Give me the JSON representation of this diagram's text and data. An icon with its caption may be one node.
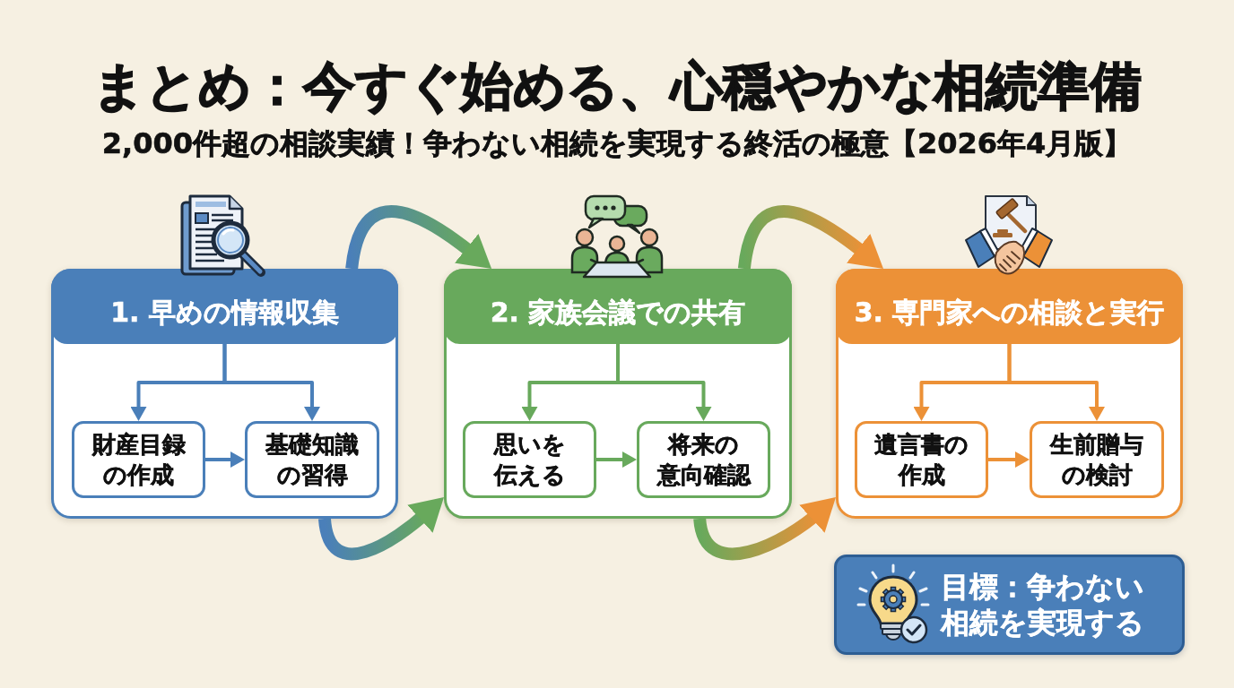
{
  "diagram": {
    "title": "まとめ：今すぐ始める、心穏やかな相続準備",
    "nodes": [
      {
        "text": [],
        "shape": "box"
      },
      {
        "text": [
          "1. 早めの情報収集"
        ],
        "in": 0
      },
      {
        "text": [
          "財産目録の作成"
        ],
        "in": 0
      },
      {
        "text": [
          "基礎知識の習得"
        ],
        "in": 0
      },
      {
        "text": [],
        "shape": "box"
      },
      {
        "text": [
          "2. 家族会議での共有"
        ],
        "in": 4
      },
      {
        "text": [
          "思いを伝える"
        ],
        "in": 4
      },
      {
        "text": [
          "将来の意向確認"
        ],
        "in": 4
      },
      {
        "text": [],
        "shape": "box"
      },
      {
        "text": [
          "3. 専門家への相談と実行"
        ],
        "in": 8
      },
      {
        "text": [
          "遺言書の作成"
        ],
        "in": 8
      },
      {
        "text": [
          "生前贈与の検討"
        ],
        "in": 8
      },
      {
        "text": [
          "目標：争わない相続を実現する"
        ]
      }
    ],
    "edges": [
      {
        "from": 1,
        "to": 2,
        "arrow": "to",
        "color": "#4a7fb9"
      },
      {
        "from": 1,
        "to": 3,
        "arrow": "to",
        "color": "#4a7fb9"
      },
      {
        "from": 2,
        "to": 3,
        "arrow": "to",
        "color": "#4a7fb9"
      },
      {
        "from": 5,
        "to": 6,
        "arrow": "to",
        "color": "#68a95c"
      },
      {
        "from": 5,
        "to": 7,
        "arrow": "to",
        "color": "#68a95c"
      },
      {
        "from": 6,
        "to": 7,
        "arrow": "to",
        "color": "#68a95c"
      },
      {
        "from": 9,
        "to": 10,
        "arrow": "to",
        "color": "#ec9137"
      },
      {
        "from": 9,
        "to": 11,
        "arrow": "to",
        "color": "#ec9137"
      },
      {
        "from": 10,
        "to": 11,
        "arrow": "to",
        "color": "#ec9137"
      },
      {
        "from": 0,
        "to": 4,
        "arrow": "to",
        "style": "thick"
      },
      {
        "from": 0,
        "to": 4,
        "arrow": "to",
        "style": "thick"
      },
      {
        "from": 4,
        "to": 8,
        "arrow": "to",
        "style": "thick"
      },
      {
        "from": 4,
        "to": 8,
        "arrow": "to",
        "style": "thick"
      }
    ],
    "labels": [
      "2,000件超の相談実績！争わない相続を実現する終活の極意【2026年4月版】"
    ]
  }
}
